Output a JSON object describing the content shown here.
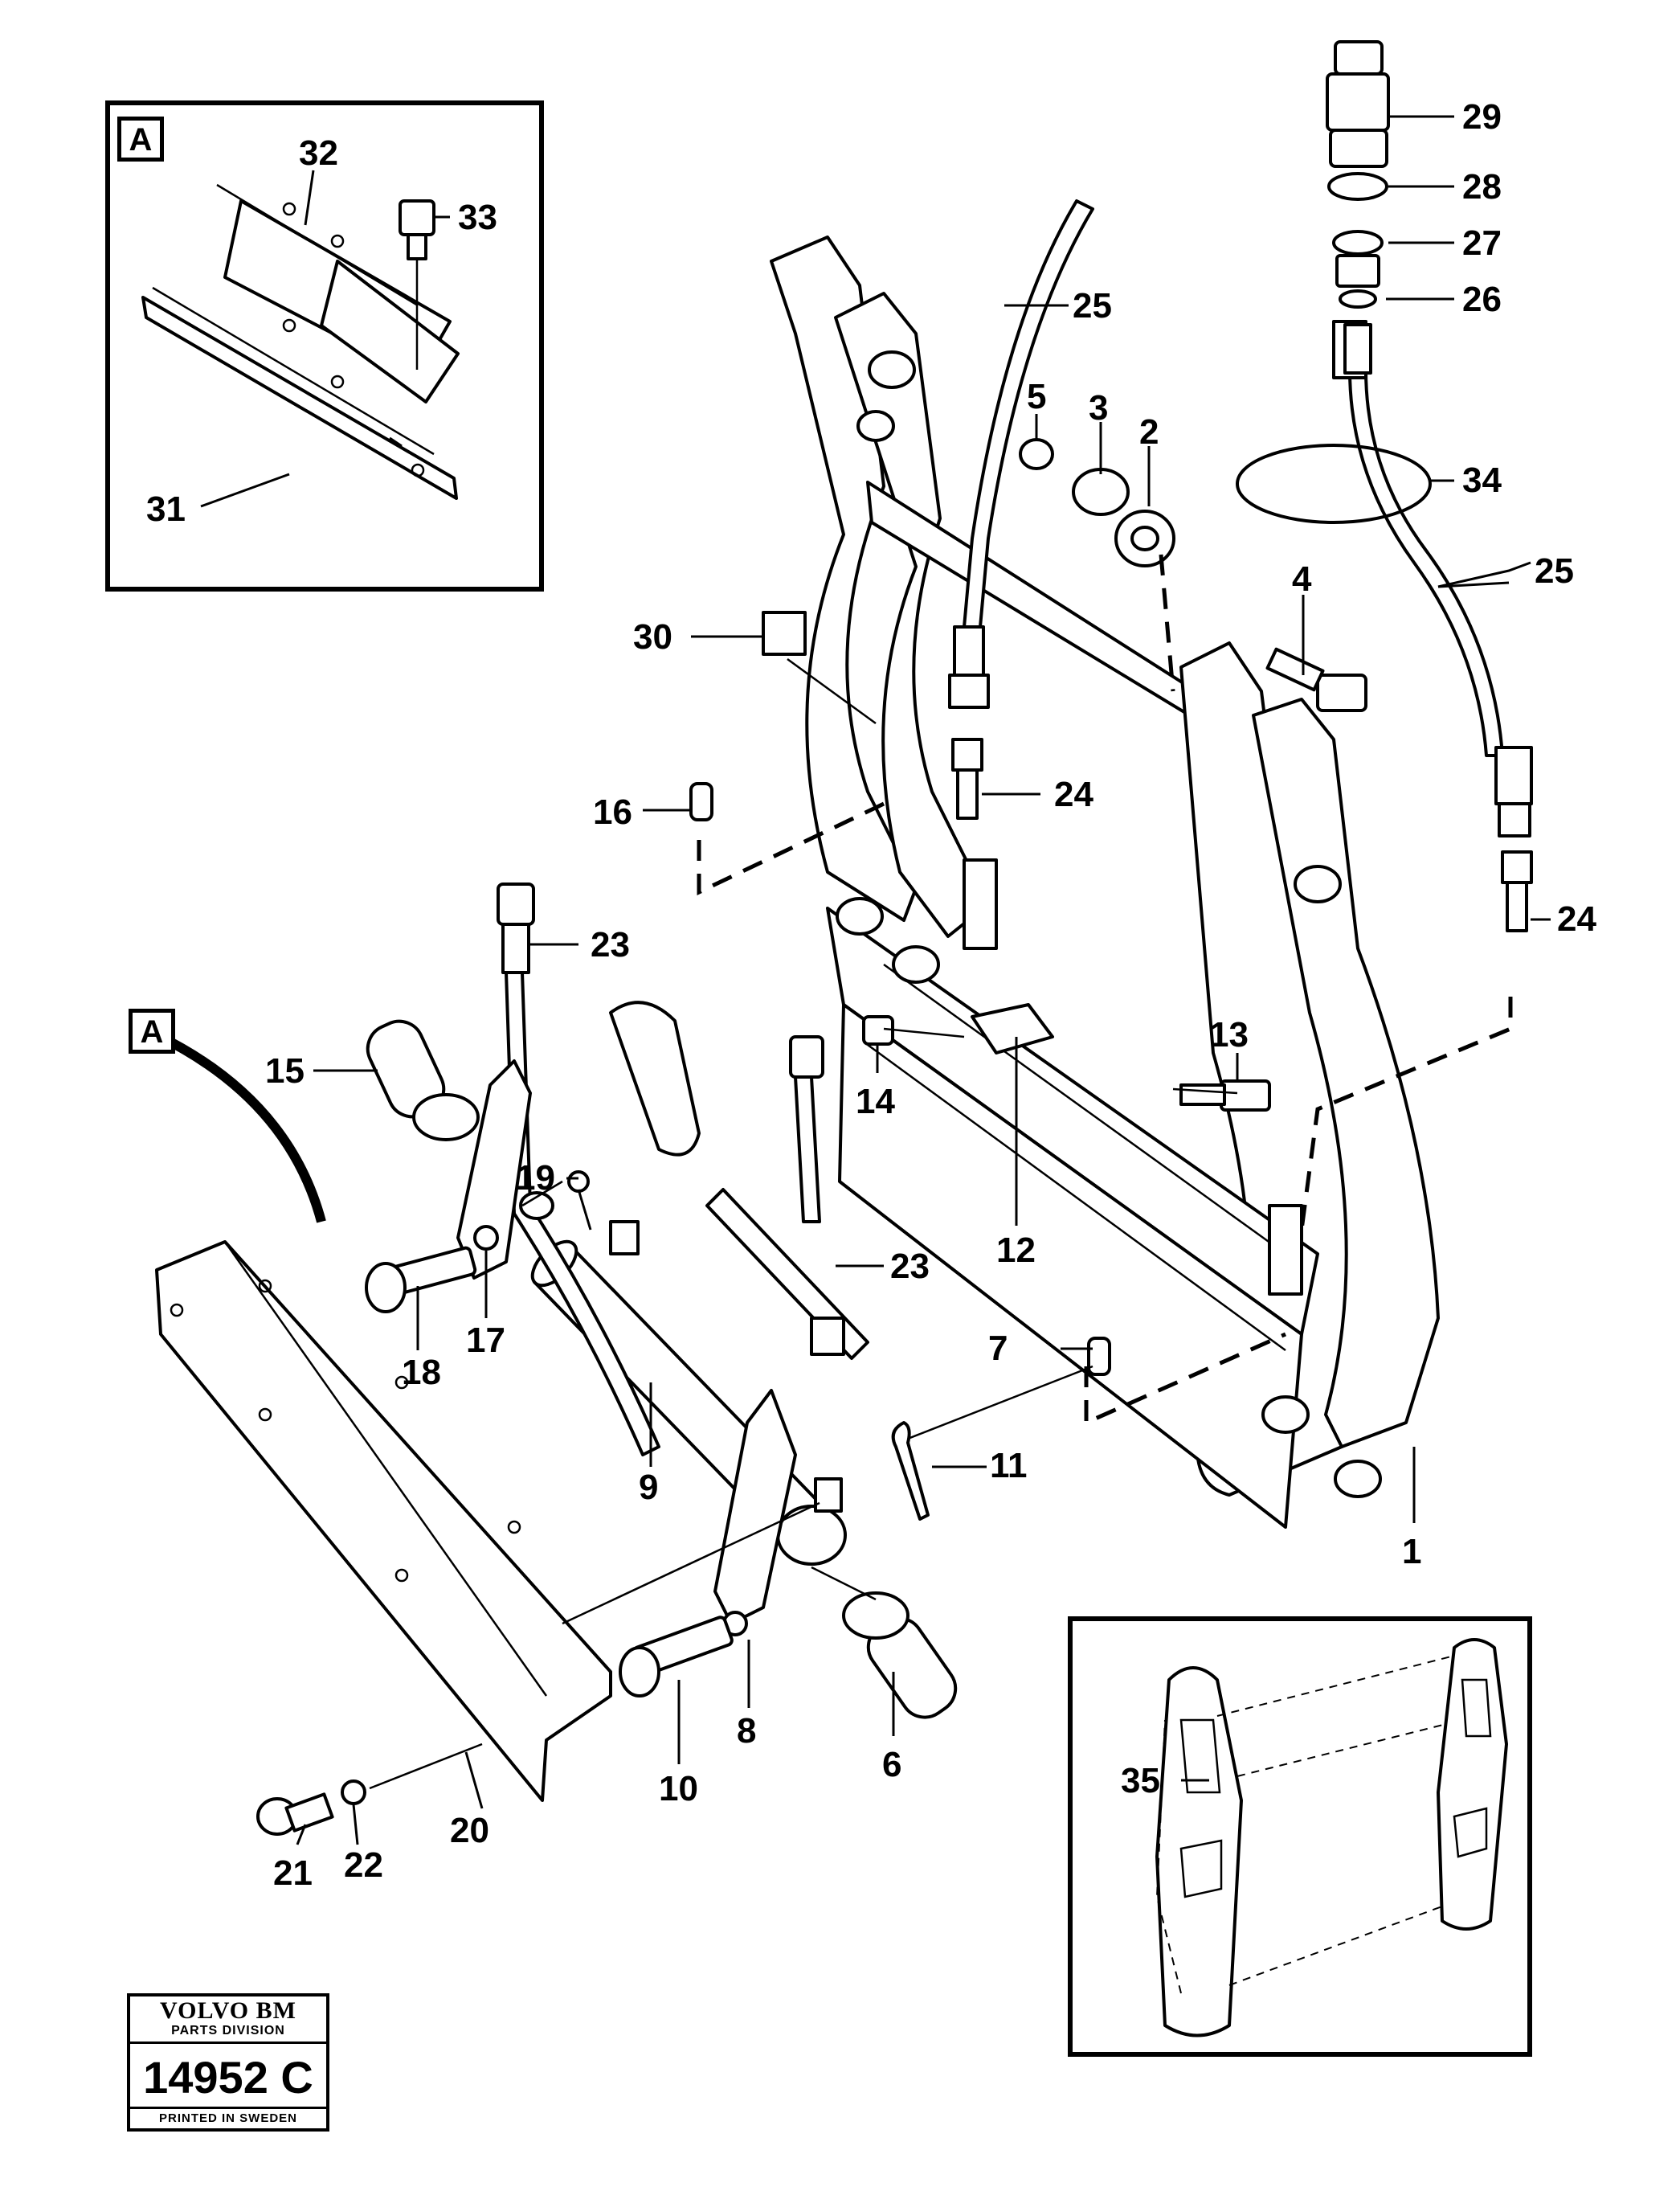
{
  "stamp": {
    "brand": "VOLVO BM",
    "division": "PARTS DIVISION",
    "number": "14952 C",
    "footer": "PRINTED IN SWEDEN"
  },
  "detail_marker": "A",
  "callouts": {
    "c1": "1",
    "c2": "2",
    "c3": "3",
    "c4": "4",
    "c5": "5",
    "c6": "6",
    "c7": "7",
    "c8": "8",
    "c9": "9",
    "c10": "10",
    "c11": "11",
    "c12": "12",
    "c13": "13",
    "c14": "14",
    "c15": "15",
    "c16": "16",
    "c17": "17",
    "c18": "18",
    "c19": "19",
    "c20": "20",
    "c21": "21",
    "c22": "22",
    "c23a": "23",
    "c23b": "23",
    "c24a": "24",
    "c24b": "24",
    "c25a": "25",
    "c25b": "25",
    "c26": "26",
    "c27": "27",
    "c28": "28",
    "c29": "29",
    "c30": "30",
    "c31": "31",
    "c32": "32",
    "c33": "33",
    "c34": "34",
    "c35": "35"
  }
}
